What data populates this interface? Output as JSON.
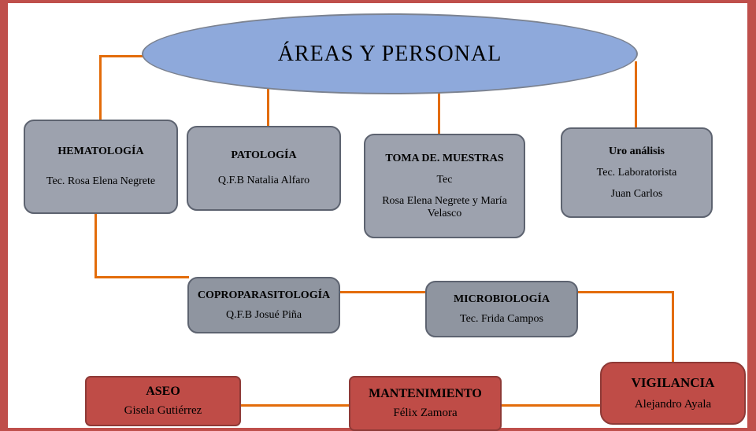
{
  "slide": {
    "title": "ÁREAS Y PERSONAL"
  },
  "boxes": {
    "hematologia": {
      "title": "HEMATOLOGÍA",
      "subtitle": "Tec. Rosa Elena Negrete"
    },
    "patologia": {
      "title": "PATOLOGÍA",
      "subtitle": "Q.F.B Natalia Alfaro"
    },
    "toma_de_muestras": {
      "title": "TOMA DE. MUESTRAS",
      "line2": "Tec",
      "line3": "Rosa Elena Negrete y María Velasco"
    },
    "uro_analisis": {
      "title": "Uro análisis",
      "line2": "Tec. Laboratorista",
      "line3": "Juan Carlos"
    },
    "coproparasitologia": {
      "title": "COPROPARASITOLOGÍA",
      "subtitle": "Q.F.B Josué Piña"
    },
    "microbiologia": {
      "title": "MICROBIOLOGÍA",
      "subtitle": "Tec. Frida Campos"
    },
    "aseo": {
      "title": "ASEO",
      "subtitle": "Gisela Gutiérrez"
    },
    "mantenimiento": {
      "title": "MANTENIMIENTO",
      "subtitle": "Félix Zamora"
    },
    "vigilancia": {
      "title": "VIGILANCIA",
      "subtitle": "Alejandro Ayala"
    }
  },
  "colors": {
    "ellipse_fill": "#8ea9db",
    "ellipse_border": "#7b8290",
    "gray_box": "#9da2ae",
    "gray_box_dark": "#8f95a0",
    "gray_border": "#5d6370",
    "red_box": "#bf4c47",
    "red_border": "#8e3a37",
    "connector": "#e36c0a",
    "frame": "#bf4f4b"
  }
}
